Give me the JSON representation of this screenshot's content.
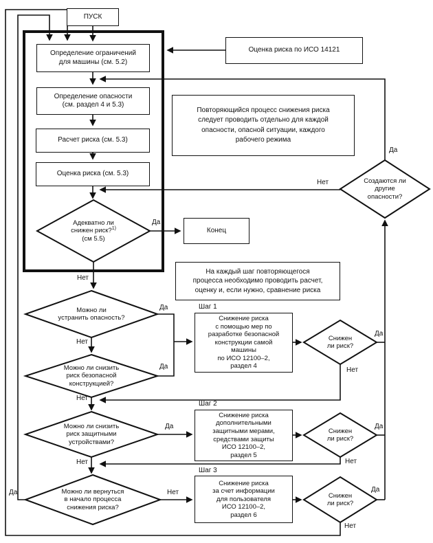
{
  "diagram": {
    "start": "ПУСК",
    "boxes": {
      "limits": "Определение ограничений\nдля машины (см. 5.2)",
      "hazard_id": "Определение опасности\n(см. раздел 4 и 5.3)",
      "risk_calc": "Расчет риска (см. 5.3)",
      "risk_eval": "Оценка риска (см. 5.3)",
      "iso14121": "Оценка риска по ИСО 14121",
      "end": "Конец",
      "step1": "Снижение риска\nс помощью мер по\nразработке безопасной\nконструкции самой\nмашины\nпо ИСО 12100–2,\nраздел 4",
      "step2": "Снижение риска\nдополнительными\nзащитными мерами,\nсредствами защиты\nИСО 12100–2,\nраздел 5",
      "step3": "Снижение риска\nза счет информации\nдля пользователя\nИСО 12100–2,\nраздел 6"
    },
    "notes": {
      "note1": "Повторяющийся процесс снижения риска\nследует проводить отдельно для каждой\nопасности, опасной ситуации, каждого\nрабочего режима",
      "note2": "На каждый шаг повторяющегося\nпроцесса необходимо проводить расчет,\nоценку и, если нужно, сравнение риска"
    },
    "decisions": {
      "adequate_l1": "Адекватно ли",
      "adequate_l2": "снижен риск?",
      "adequate_sup": "1)",
      "adequate_l3": "(см 5.5)",
      "other_hazards": "Создаются ли\nдругие\nопасности?",
      "eliminate": "Можно ли\nустранить опасность?",
      "safe_design": "Можно ли снизить\nриск безопасной\nконструкцией?",
      "guards": "Можно ли снизить\nриск защитными\nустройствами?",
      "return_to_start": "Можно ли вернуться\nв начало процесса\nснижения риска?",
      "risk_reduced": "Снижен\nли риск?"
    },
    "step_labels": {
      "s1": "Шаг 1",
      "s2": "Шаг 2",
      "s3": "Шаг 3"
    },
    "edge_labels": {
      "yes": "Да",
      "no": "Нет"
    },
    "colors": {
      "ink": "#111111",
      "paper": "#ffffff"
    }
  }
}
